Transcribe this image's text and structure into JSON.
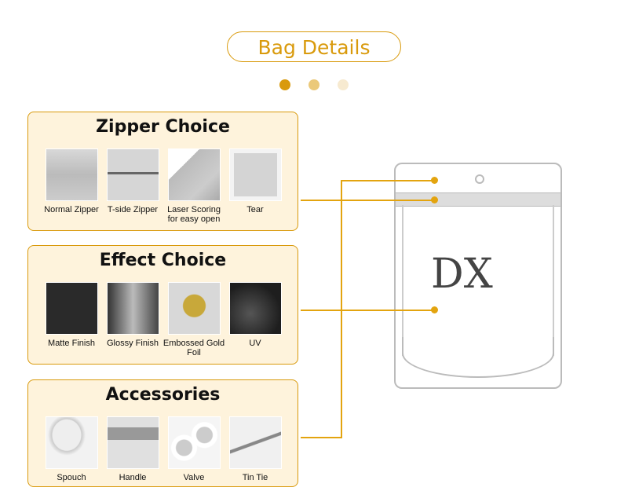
{
  "title": "Bag Details",
  "colors": {
    "accent": "#d99a0c",
    "panel_bg": "#fef3dc"
  },
  "pager": [
    {
      "color": "#d99a0c"
    },
    {
      "color": "#ebc97a"
    },
    {
      "color": "#f7ead0"
    }
  ],
  "panels": [
    {
      "heading": "Zipper Choice",
      "items": [
        {
          "label": "Normal Zipper"
        },
        {
          "label": "T-side Zipper"
        },
        {
          "label": "Laser Scoring for easy open"
        },
        {
          "label": "Tear"
        }
      ]
    },
    {
      "heading": "Effect Choice",
      "items": [
        {
          "label": "Matte Finish"
        },
        {
          "label": "Glossy Finish"
        },
        {
          "label": "Embossed Gold Foil"
        },
        {
          "label": "UV"
        }
      ]
    },
    {
      "heading": "Accessories",
      "items": [
        {
          "label": "Spouch"
        },
        {
          "label": "Handle"
        },
        {
          "label": "Valve"
        },
        {
          "label": "Tin Tie"
        }
      ]
    }
  ],
  "bag": {
    "print": "DX"
  }
}
